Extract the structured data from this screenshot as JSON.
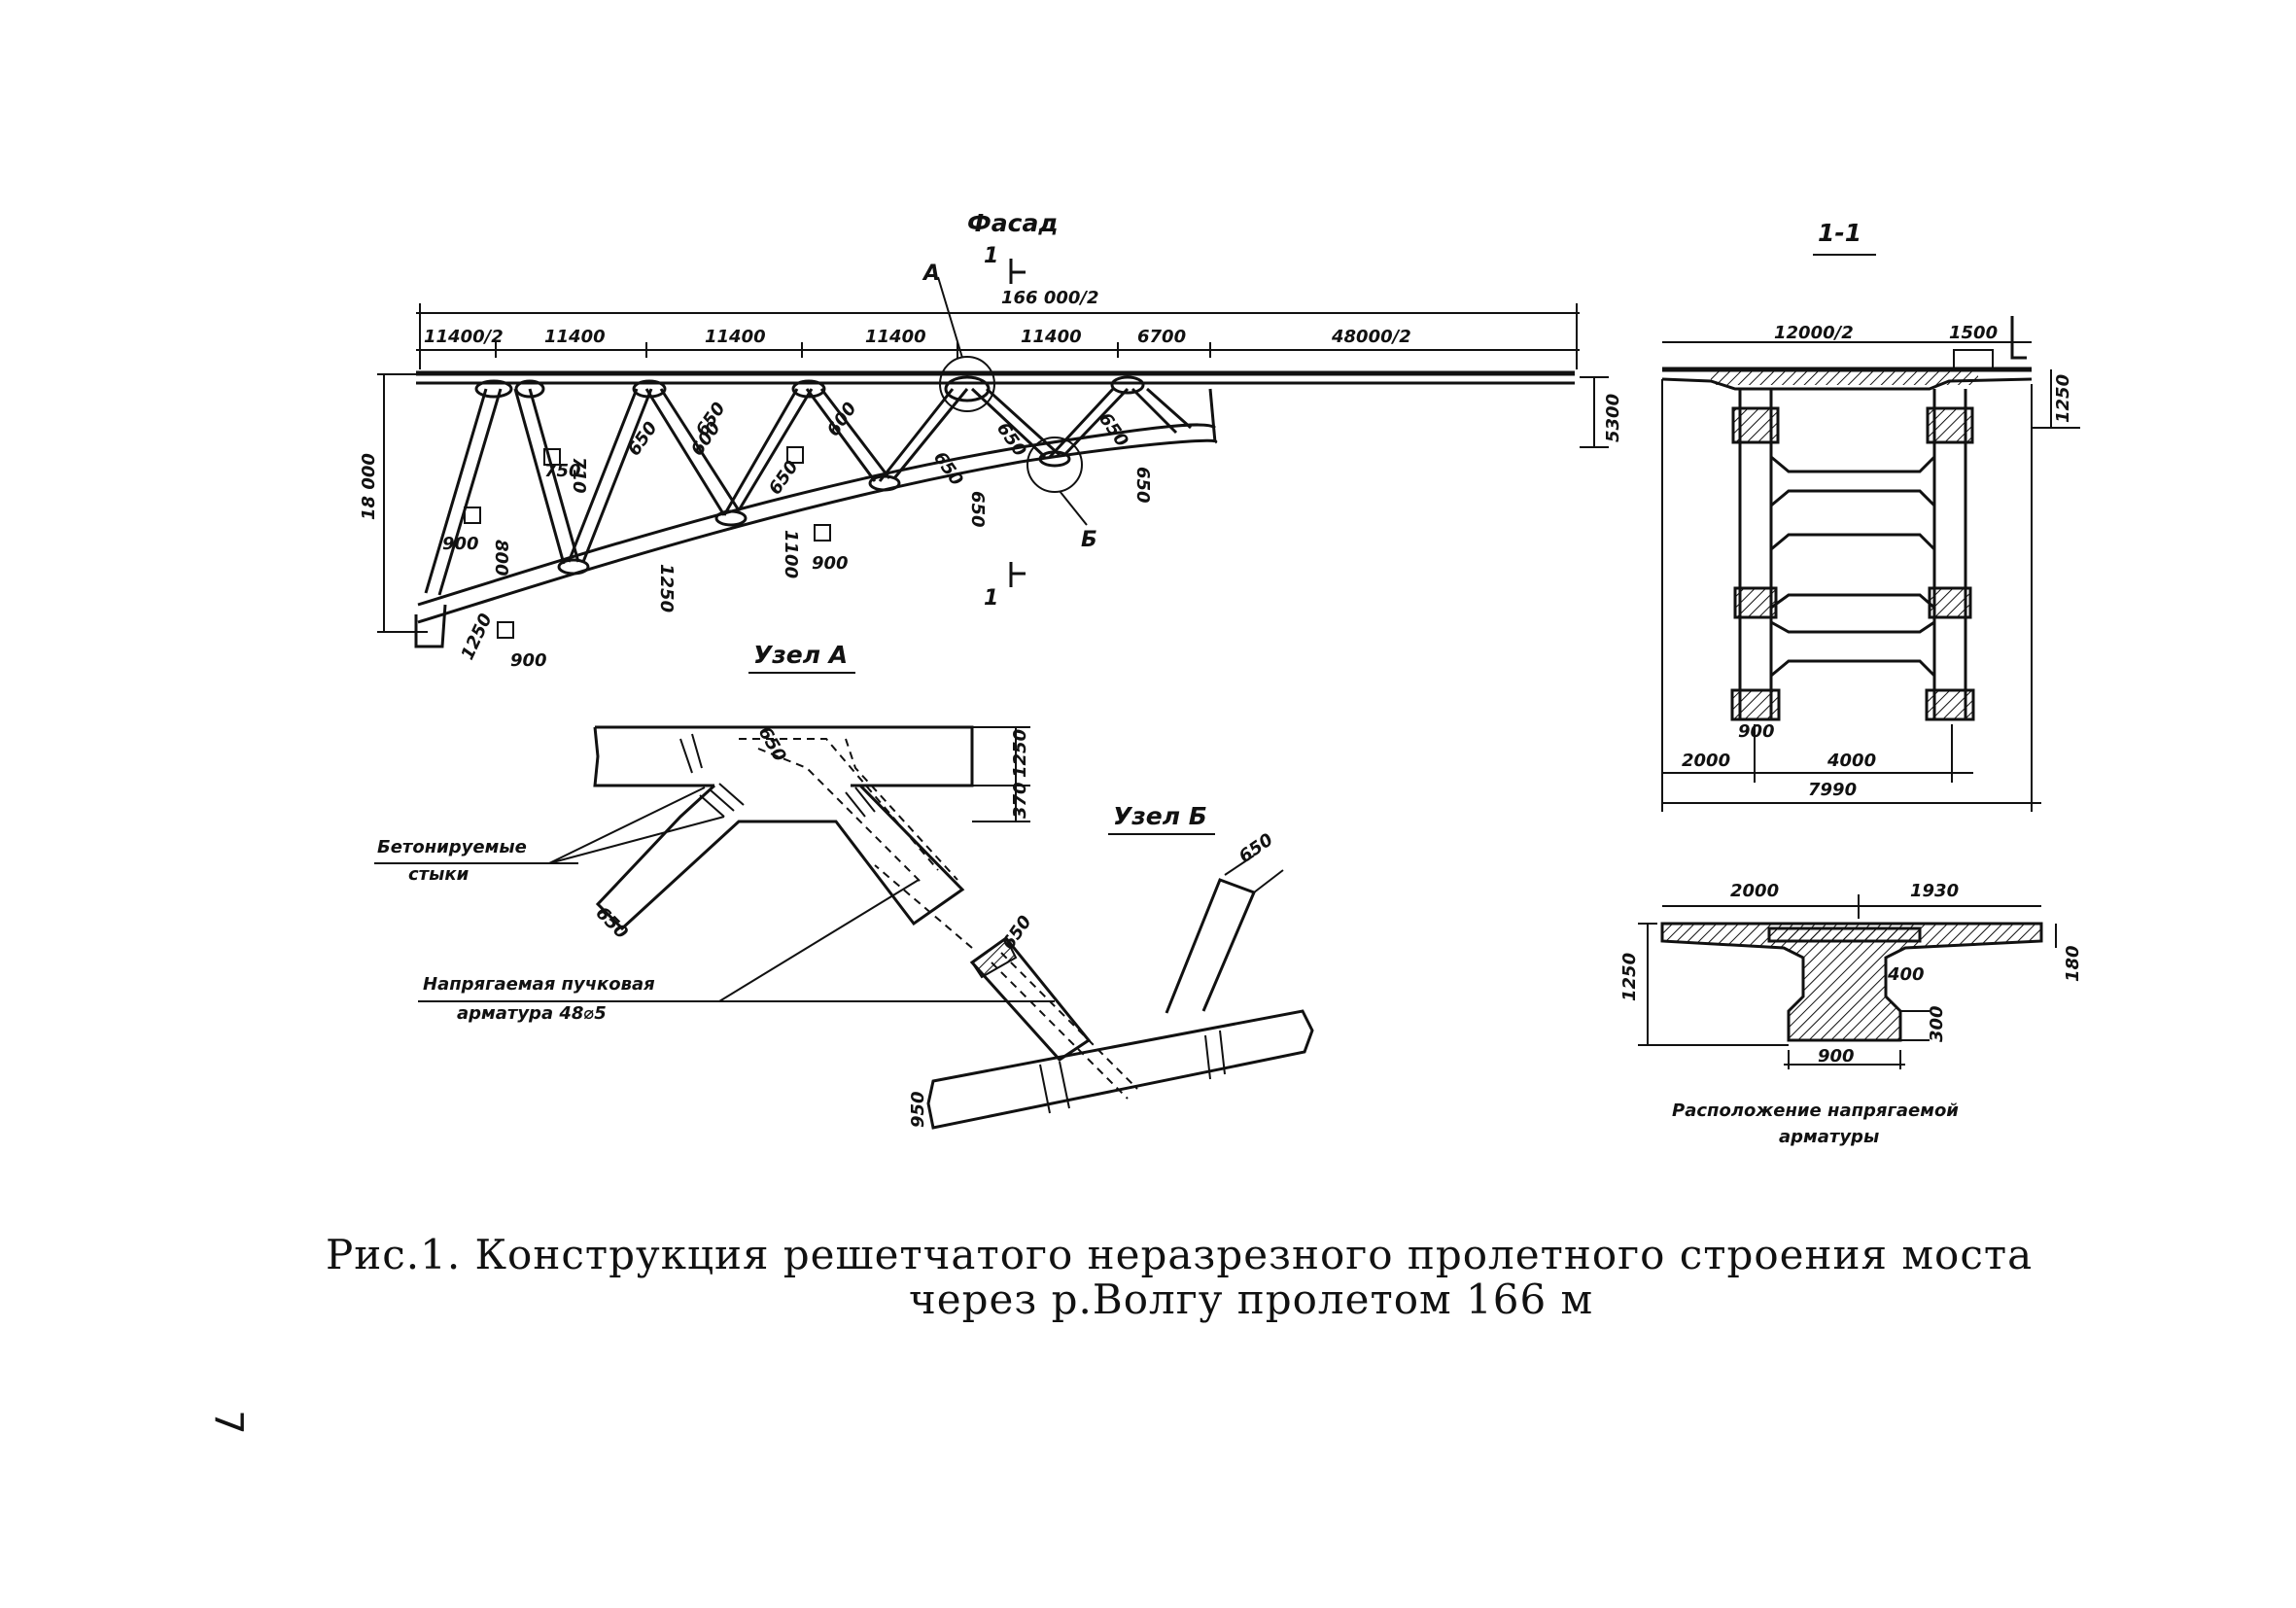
{
  "facade": {
    "title": "Фасад",
    "section_mark": "1",
    "overall_span": "166 000/2",
    "panels": [
      "11400/2",
      "11400",
      "11400",
      "11400",
      "11400",
      "6700",
      "48000/2"
    ],
    "height_total": "18 000",
    "height_end": "5300",
    "node_a": "А",
    "node_b": "Б",
    "member_dims": [
      "650",
      "650",
      "600",
      "650",
      "600",
      "650",
      "650",
      "650",
      "650",
      "650",
      "1250",
      "1100",
      "900",
      "750",
      "710",
      "900",
      "800",
      "1250",
      "900"
    ]
  },
  "section11": {
    "title": "1-1",
    "top_half": "12000/2",
    "cantilever": "1500",
    "depth": "1250",
    "left": "2000",
    "between": "4000",
    "total": "7990",
    "chord_width": "900"
  },
  "node_a": {
    "title": "Узел А",
    "dims": [
      "1250",
      "370",
      "650",
      "650"
    ],
    "label_joints_line1": "Бетонируемые",
    "label_joints_line2": "стыки",
    "label_tendon_line1": "Напрягаемая пучковая",
    "label_tendon_line2": "арматура 48⌀5"
  },
  "node_b": {
    "title": "Узел Б",
    "dims": [
      "650",
      "650",
      "950"
    ]
  },
  "tendon_section": {
    "left": "2000",
    "right": "1930",
    "depth": "1250",
    "flange": "180",
    "web": "400",
    "bulb_height": "300",
    "bulb_width": "900",
    "caption_line1": "Расположение напрягаемой",
    "caption_line2": "арматуры"
  },
  "caption": {
    "line1": "Рис.1. Конструкция решетчатого неразрезного пролетного строения  моста",
    "line2": "через р.Волгу пролетом 166 м"
  },
  "page_number": "7"
}
